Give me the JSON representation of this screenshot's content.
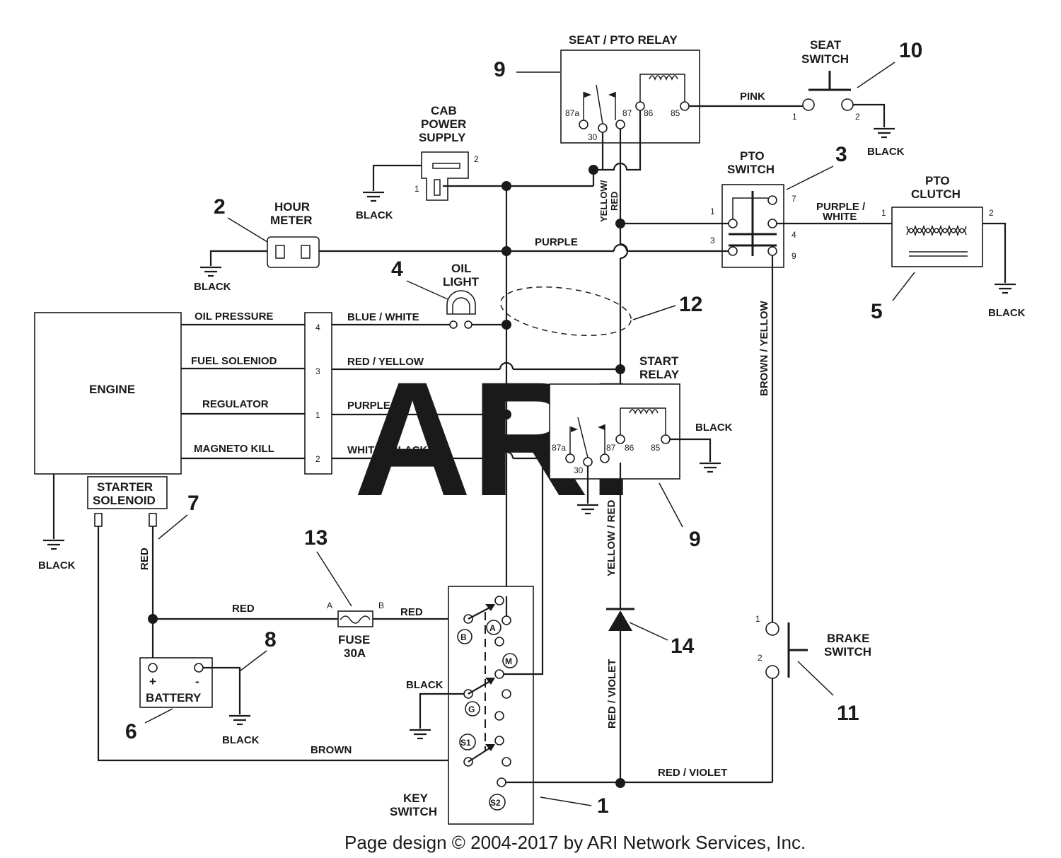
{
  "watermark": "ARI",
  "footer": "Page design © 2004-2017 by ARI Network Services, Inc.",
  "components": {
    "seat_pto_relay": {
      "title": "SEAT / PTO RELAY",
      "ref": "9",
      "pins": [
        "87a",
        "30",
        "87",
        "86",
        "85"
      ]
    },
    "seat_switch": {
      "title1": "SEAT",
      "title2": "SWITCH",
      "ref": "10",
      "pin1": "1",
      "pin2": "2"
    },
    "cab_power_supply": {
      "title1": "CAB",
      "title2": "POWER",
      "title3": "SUPPLY",
      "pin1": "1",
      "pin2": "2"
    },
    "pto_switch": {
      "title1": "PTO",
      "title2": "SWITCH",
      "ref": "3",
      "pins": [
        "1",
        "3",
        "7",
        "4",
        "9"
      ]
    },
    "pto_clutch": {
      "title1": "PTO",
      "title2": "CLUTCH",
      "ref": "5",
      "pin1": "1",
      "pin2": "2"
    },
    "hour_meter": {
      "title1": "HOUR",
      "title2": "METER",
      "ref": "2"
    },
    "oil_light": {
      "title1": "OIL",
      "title2": "LIGHT",
      "ref": "4"
    },
    "harness_ref": "12",
    "engine": {
      "title": "ENGINE",
      "connector_pins": [
        "4",
        "3",
        "1",
        "2"
      ]
    },
    "start_relay": {
      "title1": "START",
      "title2": "RELAY",
      "ref": "9",
      "pins": [
        "87a",
        "30",
        "87",
        "86",
        "85"
      ]
    },
    "starter_solenoid": {
      "title1": "STARTER",
      "title2": "SOLENOID",
      "ref": "7"
    },
    "fuse": {
      "title1": "FUSE",
      "title2": "30A",
      "ref": "13",
      "pinA": "A",
      "pinB": "B"
    },
    "battery": {
      "title": "BATTERY",
      "plus": "+",
      "minus": "-",
      "ref": "6",
      "ground_ref": "8"
    },
    "key_switch": {
      "title1": "KEY",
      "title2": "SWITCH",
      "ref": "1",
      "terminals": [
        "B",
        "A",
        "M",
        "G",
        "S1",
        "S2"
      ]
    },
    "diode_ref": "14",
    "brake_switch": {
      "title1": "BRAKE",
      "title2": "SWITCH",
      "ref": "11",
      "pin1": "1",
      "pin2": "2"
    }
  },
  "wires": {
    "oil_pressure": "OIL PRESSURE",
    "fuel_solenoid": "FUEL SOLENIOD",
    "regulator": "REGULATOR",
    "magneto_kill": "MAGNETO KILL",
    "blue_white": "BLUE / WHITE",
    "red_yellow": "RED / YELLOW",
    "purple": "PURPLE",
    "white_black": "WHITE / BLACK",
    "pink": "PINK",
    "purple_white_1": "PURPLE /",
    "purple_white_2": "WHITE",
    "brown_yellow": "BROWN / YELLOW",
    "yellow_red": "YELLOW / RED",
    "yellow_red_top": "YELLOW/",
    "yellow_red_top2": "RED",
    "red_violet": "RED / VIOLET",
    "red": "RED",
    "brown": "BROWN",
    "black": "BLACK"
  }
}
